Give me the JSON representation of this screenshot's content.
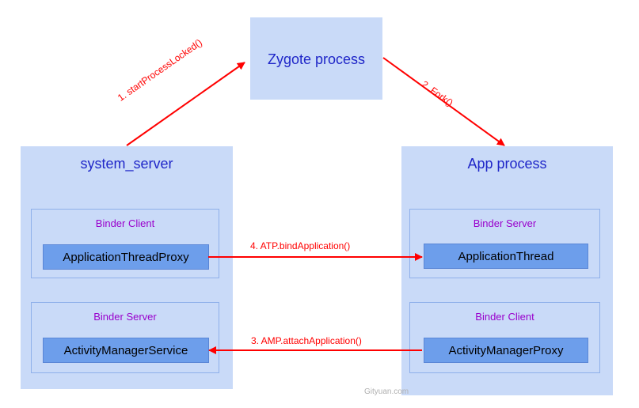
{
  "zygote": {
    "title": "Zygote process"
  },
  "system_server": {
    "title": "system_server",
    "binder_client": {
      "label": "Binder Client",
      "class_name": "ApplicationThreadProxy"
    },
    "binder_server": {
      "label": "Binder Server",
      "class_name": "ActivityManagerService"
    }
  },
  "app_process": {
    "title": "App process",
    "binder_server": {
      "label": "Binder Server",
      "class_name": "ApplicationThread"
    },
    "binder_client": {
      "label": "Binder Client",
      "class_name": "ActivityManagerProxy"
    }
  },
  "arrows": {
    "start_process": "1. startProcessLocked()",
    "fork": "2. Fork()",
    "attach_application": "3. AMP.attachApplication()",
    "bind_application": "4. ATP.bindApplication()"
  },
  "watermark": "Gityuan.com",
  "colors": {
    "box_fill": "#c9daf8",
    "class_fill": "#6d9eeb",
    "title_text": "#1f26c8",
    "binder_label_text": "#9900cc",
    "arrow": "#ff0000"
  }
}
